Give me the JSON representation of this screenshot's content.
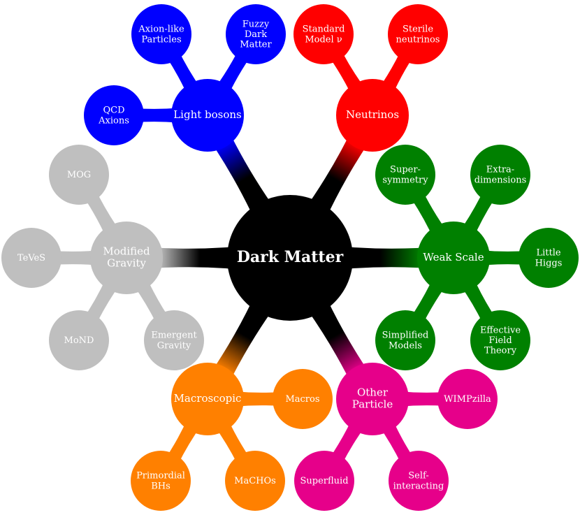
{
  "root": {
    "label": "Dark Matter",
    "color": "#000000"
  },
  "categories": [
    {
      "id": "light-bosons",
      "label": "Light bosons",
      "color": "#0000ff",
      "children": [
        {
          "id": "fuzzy-dark-matter",
          "label": "Fuzzy\nDark\nMatter"
        },
        {
          "id": "axion-like-particles",
          "label": "Axion-like\nParticles"
        },
        {
          "id": "qcd-axions",
          "label": "QCD\nAxions"
        }
      ]
    },
    {
      "id": "neutrinos",
      "label": "Neutrinos",
      "color": "#ff0000",
      "children": [
        {
          "id": "standard-model-nu",
          "label": "Standard\nModel ν"
        },
        {
          "id": "sterile-neutrinos",
          "label": "Sterile\nneutrinos"
        }
      ]
    },
    {
      "id": "weak-scale",
      "label": "Weak Scale",
      "color": "#008000",
      "children": [
        {
          "id": "supersymmetry",
          "label": "Super-\nsymmetry"
        },
        {
          "id": "extra-dimensions",
          "label": "Extra-\ndimensions"
        },
        {
          "id": "little-higgs",
          "label": "Little\nHiggs"
        },
        {
          "id": "effective-field-theory",
          "label": "Effective\nField\nTheory"
        },
        {
          "id": "simplified-models",
          "label": "Simplified\nModels"
        }
      ]
    },
    {
      "id": "other-particle",
      "label": "Other\nParticle",
      "color": "#e6008a",
      "children": [
        {
          "id": "wimpzilla",
          "label": "WIMPzilla"
        },
        {
          "id": "self-interacting",
          "label": "Self-\ninteracting"
        },
        {
          "id": "superfluid",
          "label": "Superfluid"
        }
      ]
    },
    {
      "id": "macroscopic",
      "label": "Macroscopic",
      "color": "#ff8000",
      "children": [
        {
          "id": "macros",
          "label": "Macros"
        },
        {
          "id": "machos",
          "label": "MaCHOs"
        },
        {
          "id": "primordial-bhs",
          "label": "Primordial\nBHs"
        }
      ]
    },
    {
      "id": "modified-gravity",
      "label": "Modified\nGravity",
      "color": "#bfbfbf",
      "children": [
        {
          "id": "mog",
          "label": "MOG"
        },
        {
          "id": "teves",
          "label": "TeVeS"
        },
        {
          "id": "mond",
          "label": "MoND"
        },
        {
          "id": "emergent-gravity",
          "label": "Emergent\nGravity"
        }
      ]
    }
  ]
}
